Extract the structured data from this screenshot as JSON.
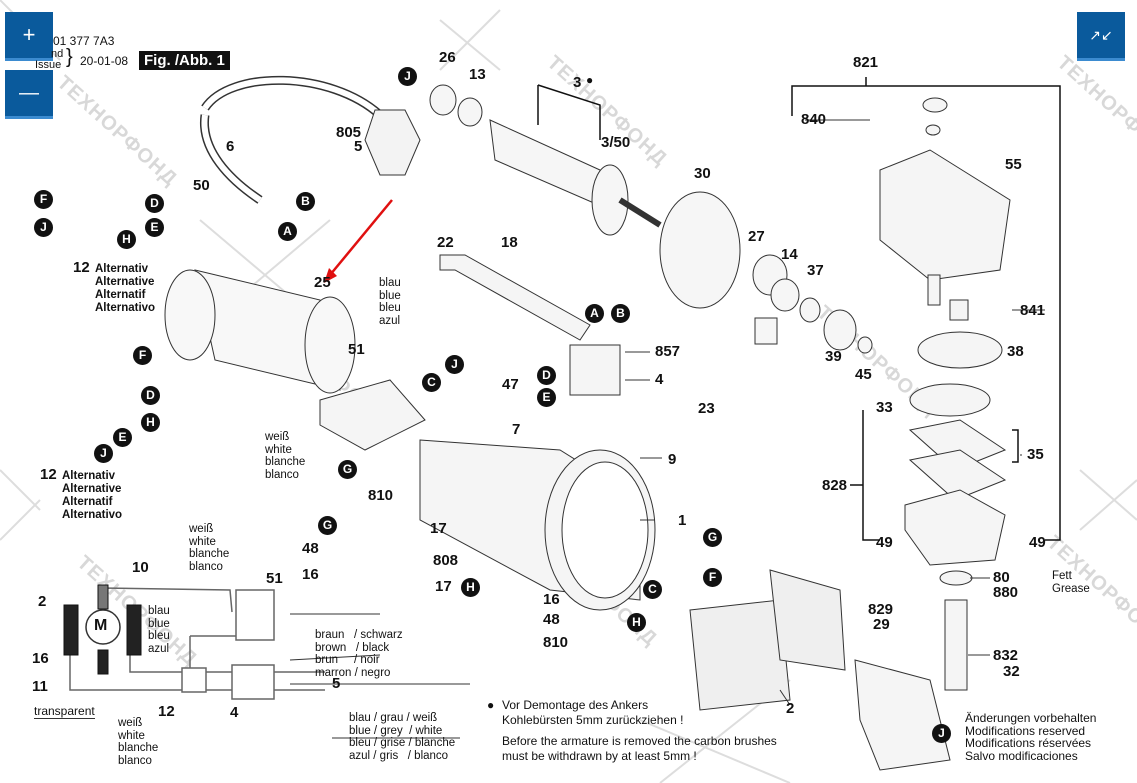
{
  "header": {
    "doc_number": "01 377 7A3",
    "edition_label": "nd",
    "issue_label": "Issue",
    "date": "20-01-08",
    "figure": "Fig. /Abb. 1"
  },
  "zoom_controls": {
    "zoom_in_icon": "plus-icon",
    "zoom_out_icon": "minus-icon",
    "collapse_icon": "collapse-arrows-icon",
    "accent_color": "#0a5a9c"
  },
  "parts": {
    "p26": "26",
    "p13": "13",
    "p3": "3",
    "p3_50": "3/50",
    "p805": "805",
    "p5": "5",
    "p6": "6",
    "p50": "50",
    "p30": "30",
    "p22": "22",
    "p18": "18",
    "p27": "27",
    "p14": "14",
    "p37": "37",
    "p39": "39",
    "p45": "45",
    "p25": "25",
    "p51": "51",
    "p857": "857",
    "p4": "4",
    "p47": "47",
    "p7": "7",
    "p23": "23",
    "p9": "9",
    "p1": "1",
    "p810a": "810",
    "p17a": "17",
    "p48a": "48",
    "p16a": "16",
    "p808": "808",
    "p17b": "17",
    "p16b": "16",
    "p48b": "48",
    "p810b": "810",
    "p2": "2",
    "p829": "829",
    "p29": "29",
    "p821": "821",
    "p840": "840",
    "p55": "55",
    "p841": "841",
    "p38": "38",
    "p33": "33",
    "p35": "35",
    "p828": "828",
    "p49a": "49",
    "p49b": "49",
    "p80": "80",
    "p880": "880",
    "p832": "832",
    "p32": "32",
    "p12a": "12",
    "p12b": "12"
  },
  "connectors": [
    "A",
    "B",
    "C",
    "D",
    "E",
    "F",
    "G",
    "H",
    "J"
  ],
  "alternative_text": [
    "Alternativ",
    "Alternative",
    "Alternatif",
    "Alternativo"
  ],
  "colors_blue": [
    "blau",
    "blue",
    "bleu",
    "azul"
  ],
  "colors_white": [
    "weiß",
    "white",
    "blanche",
    "blanco"
  ],
  "colors_brown_black": [
    "braun   / schwarz",
    "brown   / black",
    "brun     / noir",
    "marron / negro"
  ],
  "colors_blue_grey_white": [
    "blau / grau / weiß",
    "blue / grey  / white",
    "bleu / grise / blanche",
    "azul / gris   / blanco"
  ],
  "grease": [
    "Fett",
    "Grease"
  ],
  "schematic": {
    "motor": "M",
    "p10": "10",
    "p2": "2",
    "p16": "16",
    "p11": "11",
    "p51": "51",
    "p12": "12",
    "p4": "4",
    "p5": "5",
    "transparent": "transparent"
  },
  "note": {
    "de_line1": "Vor Demontage des Ankers",
    "de_line2": "Kohlebürsten 5mm zurückziehen !",
    "en_line1": "Before the armature is removed the carbon brushes",
    "en_line2": "must be withdrawn by at least 5mm !"
  },
  "modifications": [
    "Änderungen vorbehalten",
    "Modifications reserved",
    "Modifications réservées",
    "Salvo modificaciones"
  ],
  "watermark": "ТЕХНОРФОНД",
  "annotation_color": "#e01010"
}
